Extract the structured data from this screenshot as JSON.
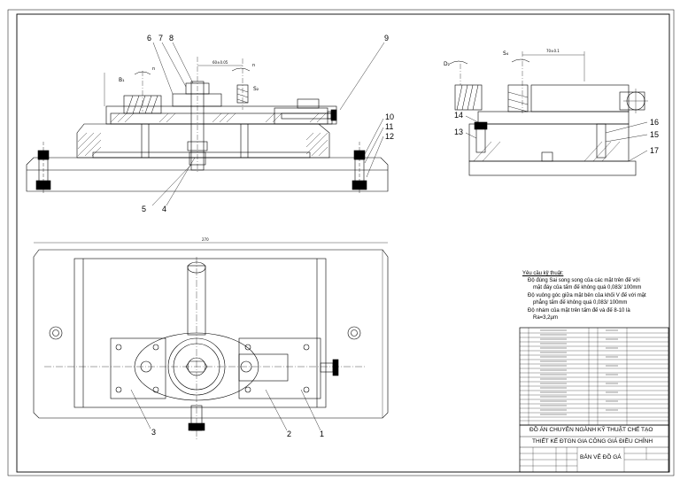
{
  "drawing": {
    "callouts_section": [
      "6",
      "7",
      "8",
      "9",
      "10",
      "11",
      "12",
      "5",
      "4"
    ],
    "callouts_side": [
      "14",
      "13",
      "16",
      "15",
      "17"
    ],
    "callouts_plan": [
      "3",
      "2",
      "1"
    ],
    "symbols": {
      "b1": "B₁",
      "d2": "D₂",
      "s2": "S₂",
      "sd": "S₄",
      "n": "n"
    },
    "dim_top": "60±0.05",
    "dim_side": "70±0.1",
    "dim_plan": "270"
  },
  "requirements": {
    "title": "Yêu cầu kỹ thuật:",
    "items": [
      "Độ đúng Sai song song của các mặt trên đế với",
      "mặt đáy của tấm đế không quá 0,083/ 100mm",
      "Độ vuông góc giữa mặt bên của khối V đế với mặt",
      "phẳng tấm đế không quá 0,083/ 100mm",
      "Độ nhám của mặt trên tấm đế và đế 8-10 là",
      "Ra=3,2µm"
    ]
  },
  "title_block": {
    "line1": "ĐỒ ÁN CHUYÊN NGÀNH KỸ THUẬT CHẾ TẠO",
    "line2": "THIẾT KẾ ĐTGN GIA CÔNG GIÁ ĐIỀU CHỈNH",
    "drawing_name": "BẢN VẼ ĐỒ GÁ"
  }
}
